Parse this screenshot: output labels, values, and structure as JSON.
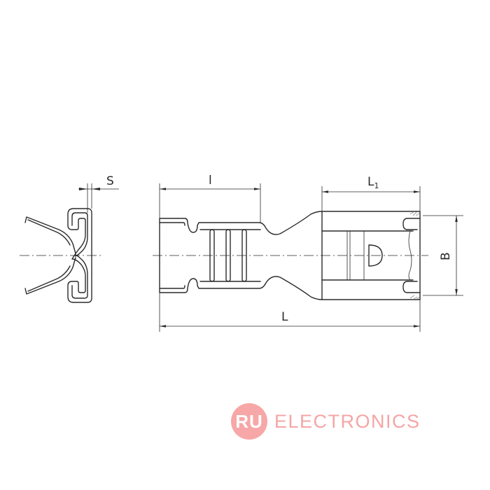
{
  "dimensions": {
    "s_label": "S",
    "l_small_label": "l",
    "l1_main": "L",
    "l1_sub": "1",
    "b_label": "B",
    "l_total_label": "L"
  },
  "watermark": {
    "circle_text": "RU",
    "brand_text": "ELECTRONICS"
  },
  "colors": {
    "line": "#2a2a2a",
    "watermark": "#f5a5a5"
  }
}
